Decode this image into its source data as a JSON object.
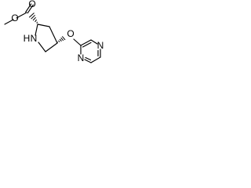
{
  "molecule": {
    "atoms": {
      "carbonyl_oxygen": "O",
      "ester_oxygen": "O",
      "ring_nitrogen": "N",
      "ring_nitrogen_hydrogen": "H",
      "ether_oxygen": "O",
      "pyrazine_nitrogen_1": "N",
      "pyrazine_nitrogen_2": "N"
    }
  }
}
